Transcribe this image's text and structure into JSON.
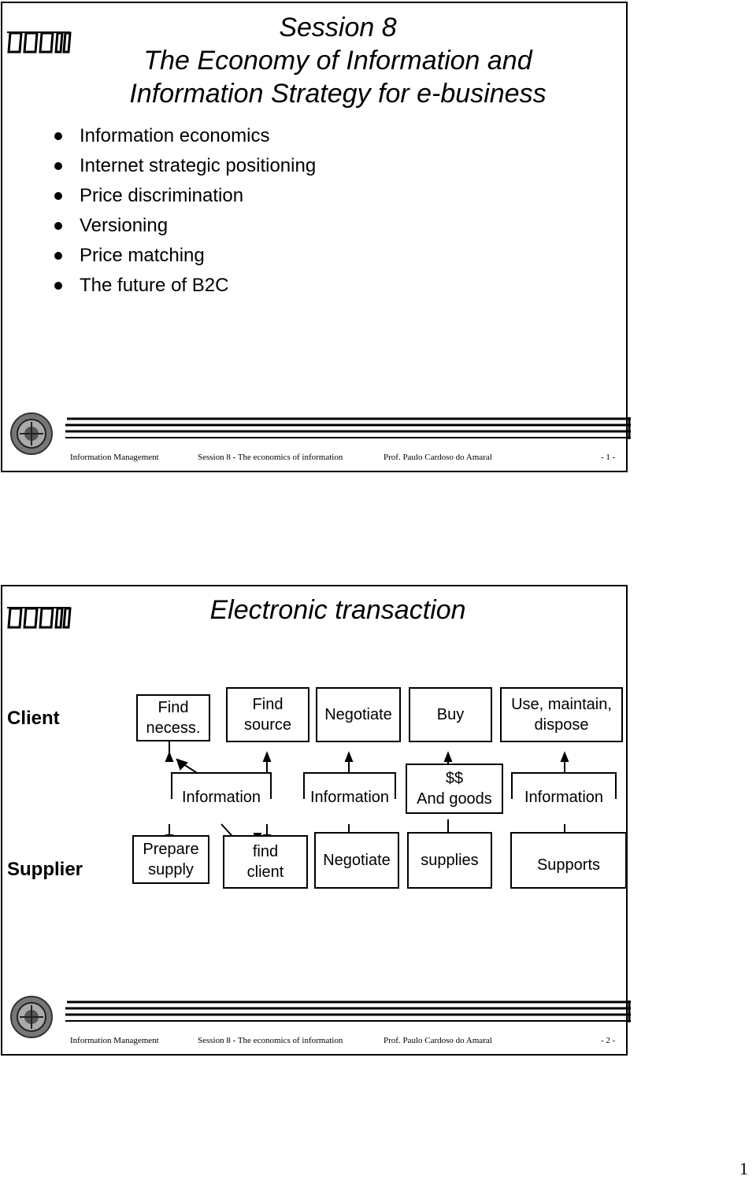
{
  "slide1": {
    "title": [
      "Session 8",
      "The Economy of Information and",
      "Information Strategy for e-business"
    ],
    "bullets": [
      "Information economics",
      "Internet strategic positioning",
      "Price discrimination",
      "Versioning",
      "Price matching",
      "The future of B2C"
    ],
    "footer": {
      "course": "Information Management",
      "session": "Session 8 - The economics of information",
      "author": "Prof. Paulo Cardoso do Amaral",
      "page": "- 1 -"
    }
  },
  "slide2": {
    "title": "Electronic transaction",
    "client_label": "Client",
    "supplier_label": "Supplier",
    "client_steps": [
      {
        "l1": "Find",
        "l2": "necess."
      },
      {
        "l1": "Find",
        "l2": "source"
      },
      {
        "l1": "Negotiate",
        "l2": ""
      },
      {
        "l1": "Buy",
        "l2": ""
      },
      {
        "l1": "Use, maintain,",
        "l2": "dispose"
      }
    ],
    "exchanges": [
      {
        "l1": "Information",
        "l2": ""
      },
      {
        "l1": "Information",
        "l2": ""
      },
      {
        "l1": "$$",
        "l2": "And goods"
      },
      {
        "l1": "Information",
        "l2": ""
      }
    ],
    "supplier_steps": [
      {
        "l1": "Prepare",
        "l2": "supply"
      },
      {
        "l1": "find",
        "l2": "client"
      },
      {
        "l1": "Negotiate",
        "l2": ""
      },
      {
        "l1": "supplies",
        "l2": ""
      },
      {
        "l1": "Supports",
        "l2": ""
      }
    ],
    "footer": {
      "course": "Information Management",
      "session": "Session 8 - The economics of information",
      "author": "Prof. Paulo Cardoso do Amaral",
      "page": "- 2 -"
    }
  },
  "page_number": "1"
}
